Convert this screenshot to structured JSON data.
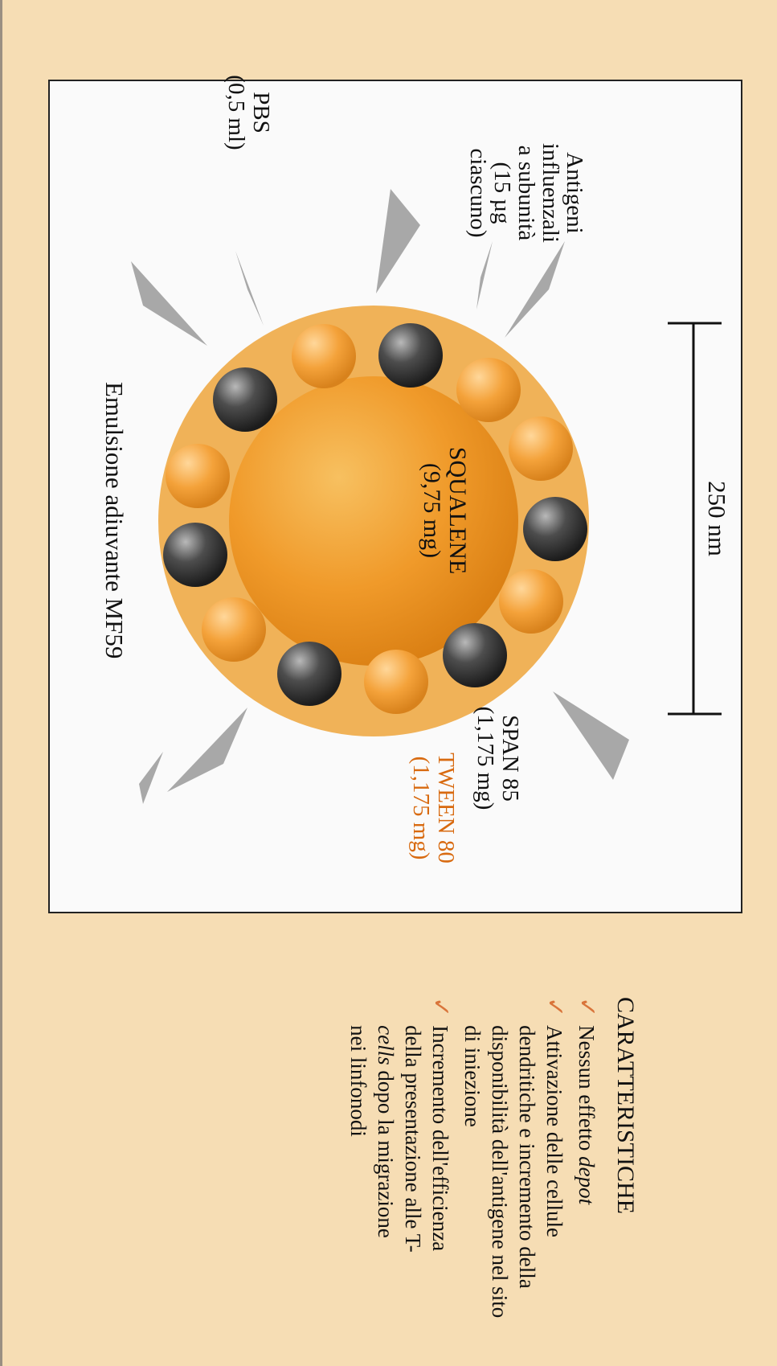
{
  "diagram": {
    "title": "Emulsione adiuvante MF59",
    "scale_label": "250 nm",
    "core": {
      "name": "SQUALENE",
      "amount": "(9,75 mg)"
    },
    "span": {
      "name": "SPAN 85",
      "amount": "(1,175 mg)"
    },
    "tween": {
      "name": "TWEEN 80",
      "amount": "(1,175 mg)"
    },
    "pbs": {
      "name": "PBS",
      "amount": "(0,5 ml)"
    },
    "antigens": {
      "line1": "Antigeni",
      "line2": "influenzali",
      "line3": "a subunità",
      "line4": "(15 µg",
      "line5": "ciascuno)"
    },
    "colors": {
      "background": "#f6ddb4",
      "shell": "#f0b258",
      "core": "#f09a2a",
      "tween_bead": "#f4a23a",
      "span_bead": "#3b3b3b",
      "wedge": "#a6a6a6",
      "accent": "#d86a10"
    }
  },
  "features": {
    "heading": "CARATTERISTICHE",
    "check_icon": "✓",
    "items": [
      {
        "text": "Nessun effetto ",
        "italic": "depot",
        "after": ""
      },
      {
        "text": "Attivazione delle cellule dendritiche e incremento della disponibilità dell'antigene nel sito di iniezione",
        "italic": "",
        "after": ""
      },
      {
        "text": "Incremento dell'efficienza della presentazione alle T-",
        "italic": "cells",
        "after": " dopo la migrazione nei linfonodi"
      }
    ]
  }
}
